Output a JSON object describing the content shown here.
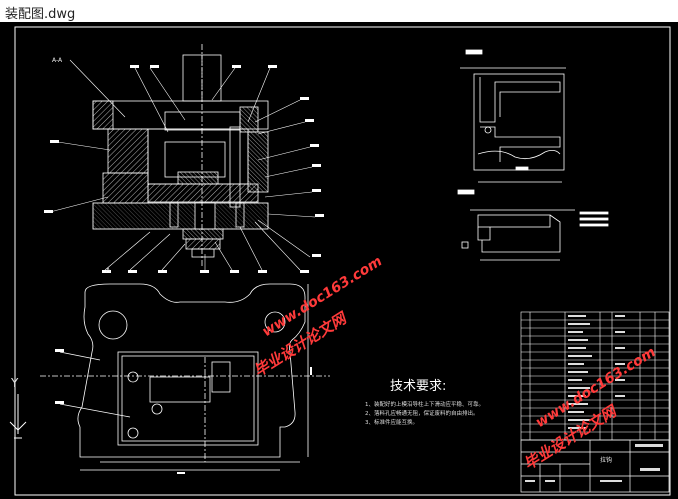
{
  "window": {
    "title": "装配图.dwg"
  },
  "drawing": {
    "section_label": "A-A",
    "view_marker_a": "A",
    "axis_label": "Y",
    "tech_requirements": {
      "title": "技术要求:",
      "items": [
        "1、装配好的上模沿导柱上下滑动应平稳、可靠。",
        "2、落料孔应畅通无阻，保证废料的自由排出。",
        "3、标准件应能互换。"
      ]
    },
    "title_block": {
      "name": "拉钩"
    },
    "watermark": {
      "cn": "毕业设计论文网",
      "url": "www.doc163.com"
    }
  },
  "colors": {
    "background": "#000000",
    "lines": "#ffffff",
    "watermark": "#ff3a3a"
  }
}
